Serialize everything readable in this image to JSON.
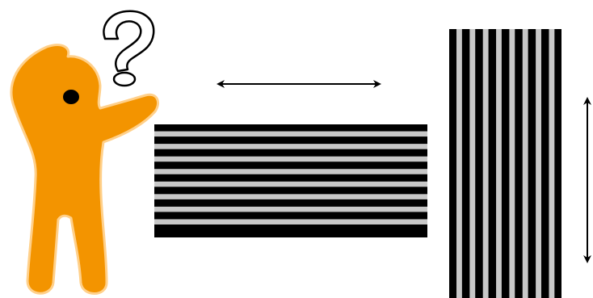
{
  "colors": {
    "background": "#ffffff",
    "figure": "#F39400",
    "figure_outline": "#FFD08A",
    "stripe_dark": "#000000",
    "stripe_light": "#C8C8C8",
    "arrow": "#000000"
  },
  "icons": {
    "person": "confused-person-icon",
    "question": "question-mark-icon",
    "horizontal_arrow": "double-arrow-horizontal-icon",
    "vertical_arrow": "double-arrow-vertical-icon"
  },
  "grating_horizontal": {
    "orientation": "horizontal",
    "stripes": 9
  },
  "grating_vertical": {
    "orientation": "vertical",
    "stripes": 8
  }
}
